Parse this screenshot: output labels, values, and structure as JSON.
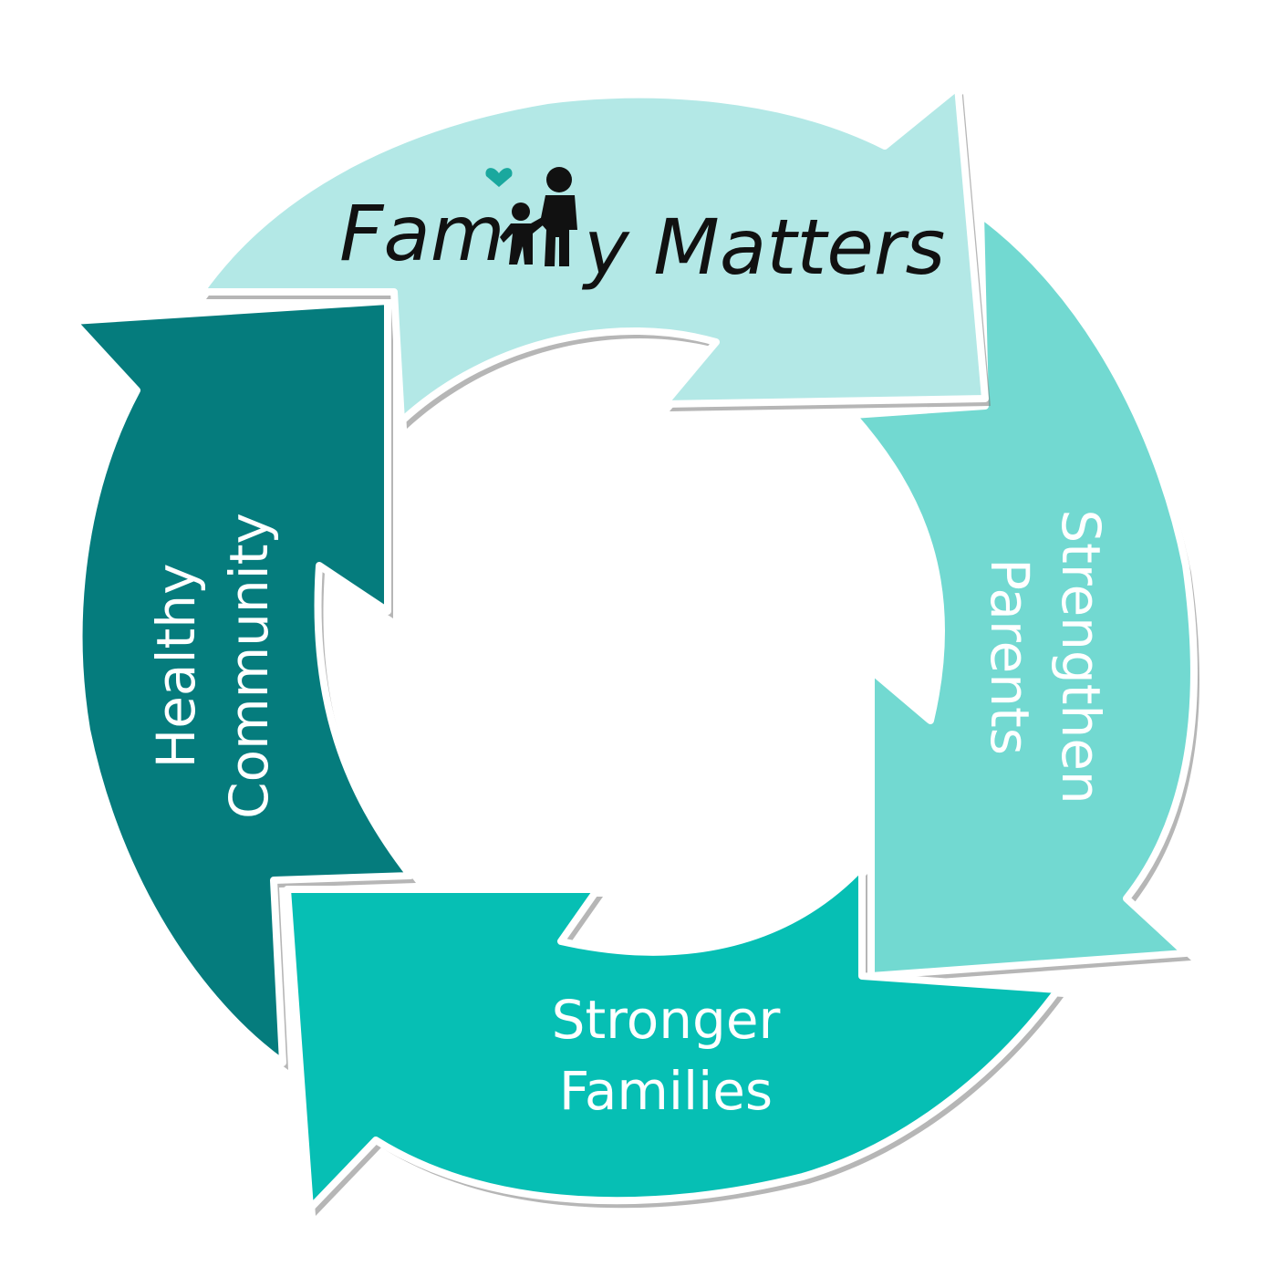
{
  "logo": {
    "text_before": "Fam",
    "text_after": "y Matters"
  },
  "steps": [
    {
      "label_line1": "Strengthen",
      "label_line2": "Parents"
    },
    {
      "label_line1": "Stronger",
      "label_line2": "Families"
    },
    {
      "label_line1": "Healthy",
      "label_line2": "Community"
    }
  ],
  "colors": {
    "top_arrow": "#b3e8e6",
    "right_arrow": "#72d9d1",
    "bottom_arrow": "#06bfb4",
    "left_arrow": "#057c7d",
    "logo_accent": "#1aa89e"
  }
}
